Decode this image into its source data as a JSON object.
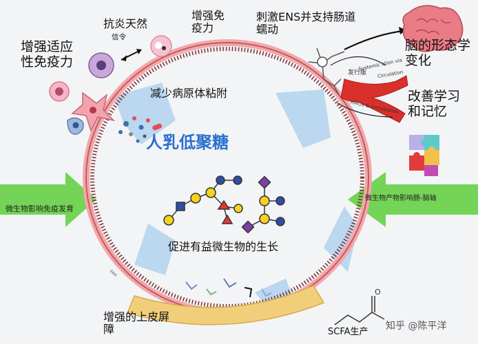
{
  "center_title": "人乳低聚糖",
  "labels": {
    "anti_inflammatory": "抗炎天然",
    "signal": "信令",
    "enhance_immunity_top": "增强免\n疫力",
    "ens_motility": "刺激ENS并支持肠道\n蠕动",
    "adaptive_immunity": "增强适应\n性免疫力",
    "brain_morphology": "脑的形态学\n变化",
    "reduce_pathogen": "减少病原体粘附",
    "learning_memory": "改善学习\n和记忆",
    "microbe_immune": "微生物影响免疫发育",
    "microbe_gut_brain": "微生物产物影响肠-脑轴",
    "promote_growth": "促进有益微生物的生长",
    "barrier": "增强的上皮屏\n障",
    "scfa": "SCFA生产",
    "watermark": "知乎 @陈平洋",
    "systemic": "Systemic  ation via",
    "distribution": "发行版",
    "circulation": "Circulation",
    "hmos_metabolites": "HMOs & metabolites",
    "fah": "FAH"
  },
  "colors": {
    "ring": "#e87f83",
    "arrow_green": "#6fcf4e",
    "arrow_blue": "#9cc6ea",
    "title_blue": "#2a6fd0",
    "brain": "#e8707a",
    "gut_band": "#f1cf7a"
  },
  "icons": [
    "immune-cell-icon",
    "brain-icon",
    "neuron-icon",
    "blood-vessel-icon",
    "puzzle-icon",
    "bacteria-icon",
    "hmo-molecule-icon",
    "scfa-molecule-icon"
  ]
}
